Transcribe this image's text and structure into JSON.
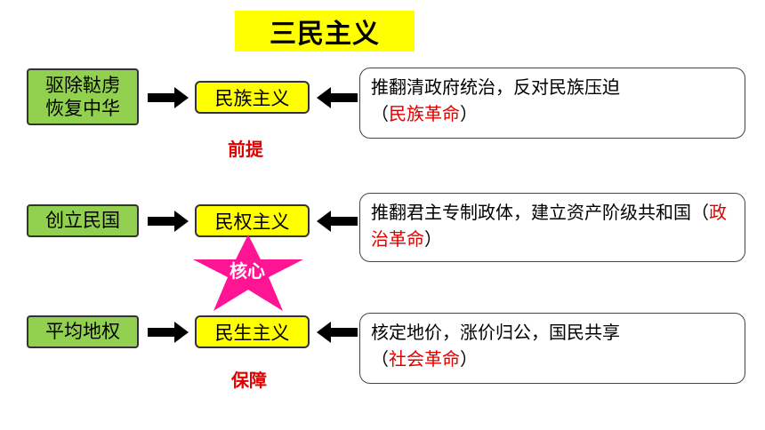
{
  "title": "三民主义",
  "rows": [
    {
      "goal_line1": "驱除鞑虏",
      "goal_line2": "恢复中华",
      "principle": "民族主义",
      "desc_text": "推翻清政府统治，反对民族压迫",
      "desc_tag_open": "（",
      "desc_tag": "民族革命",
      "desc_tag_close": "）",
      "note": "前提"
    },
    {
      "goal_line1": "创立民国",
      "principle": "民权主义",
      "desc_text": "推翻君主专制政体，建立资产阶级共和国",
      "desc_tag_open": "（",
      "desc_tag": "政治革命",
      "desc_tag_close": "）",
      "star_label": "核心"
    },
    {
      "goal_line1": "平均地权",
      "principle": "民生主义",
      "desc_text": "核定地价，涨价归公，国民共享",
      "desc_tag_open": "（",
      "desc_tag": "社会革命",
      "desc_tag_close": "）",
      "note": "保障"
    }
  ],
  "colors": {
    "title_bg": "#ffff00",
    "goal_bg": "#92d050",
    "principle_bg": "#ffff00",
    "accent_red": "#e00000",
    "star_fill": "#ff1493"
  }
}
